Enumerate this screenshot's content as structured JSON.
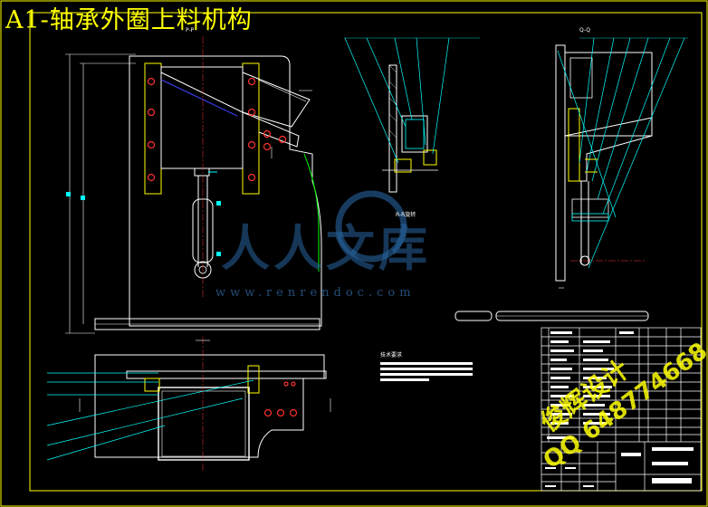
{
  "drawing": {
    "title": "A1-轴承外圈上料机构",
    "watermark_text": "人人文库",
    "watermark_url": "www.renrendoc.com",
    "designer_name": "俊辉设计",
    "designer_qq": "QQ 648774668",
    "tech_requirements_label": "技术要求",
    "section_label_top_left": "P-P",
    "section_label_top_right": "Q-Q",
    "section_label_middle": "R-R旋转"
  },
  "colors": {
    "background": "#000000",
    "frame": "#ffff00",
    "outline": "#ffffff",
    "leader": "#00ffff",
    "contour": "#00ff00",
    "holes": "#ff3030",
    "hidden": "#4040ff",
    "watermark": "#2a6aa8"
  }
}
